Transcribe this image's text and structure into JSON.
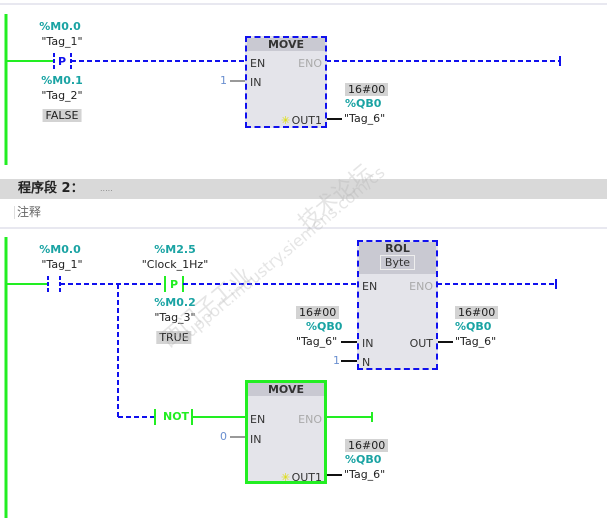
{
  "network1": {
    "contact_p": {
      "address": "%M0.0",
      "tag": "\"Tag_1\"",
      "symbol": "P",
      "edge_address": "%M0.1",
      "edge_tag": "\"Tag_2\"",
      "status": "FALSE"
    },
    "move": {
      "title": "MOVE",
      "en": "EN",
      "eno": "ENO",
      "in": "IN",
      "in_value": "1",
      "out": "OUT1",
      "out_value": "16#00",
      "out_address": "%QB0",
      "out_tag": "\"Tag_6\""
    }
  },
  "network2_header": {
    "title": "程序段 2：",
    "dots": ".....",
    "comment": "注释"
  },
  "network2": {
    "contact": {
      "address": "%M0.0",
      "tag": "\"Tag_1\""
    },
    "contact_p": {
      "address": "%M2.5",
      "tag": "\"Clock_1Hz\"",
      "symbol": "P",
      "edge_address": "%M0.2",
      "edge_tag": "\"Tag_3\"",
      "status": "TRUE"
    },
    "rol": {
      "title": "ROL",
      "type": "Byte",
      "en": "EN",
      "eno": "ENO",
      "in": "IN",
      "n": "N",
      "out": "OUT",
      "in_value": "16#00",
      "in_address": "%QB0",
      "in_tag": "\"Tag_6\"",
      "n_value": "1",
      "out_value": "16#00",
      "out_address": "%QB0",
      "out_tag": "\"Tag_6\""
    },
    "not": {
      "label": "NOT"
    },
    "move": {
      "title": "MOVE",
      "en": "EN",
      "eno": "ENO",
      "in": "IN",
      "in_value": "0",
      "out": "OUT1",
      "out_value": "16#00",
      "out_address": "%QB0",
      "out_tag": "\"Tag_6\""
    }
  },
  "watermark": {
    "line1": "西门子工业",
    "line2": "技术论坛",
    "line3": "support.industry.siemens.com/cs"
  }
}
